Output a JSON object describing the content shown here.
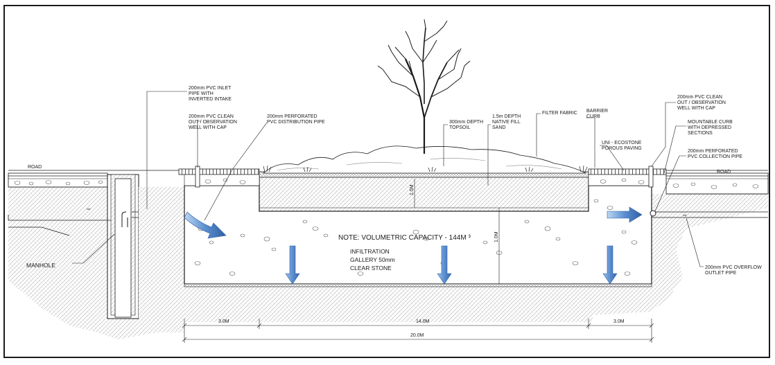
{
  "labels": {
    "road_left": "ROAD",
    "road_right": "ROAD",
    "manhole": "MANHOLE",
    "inlet_pipe": [
      "200mm PVC INLET",
      "PIPE WITH",
      "INVERTED INTAKE"
    ],
    "cleanout_left": [
      "200mm PVC CLEAN",
      "OUT / OBSERVATION",
      "WELL WITH CAP"
    ],
    "perforated_distribution": [
      "200mm PERFORATED",
      "PVC DISTRIBUTION  PIPE"
    ],
    "topsoil": [
      "300mm DEPTH",
      "TOPSOIL"
    ],
    "native_fill": [
      "1.5m DEPTH",
      "NATIVE FILL",
      "SAND"
    ],
    "filter_fabric": "FILTER FABRIC",
    "barrier_curb": [
      "BARRIER",
      "CURB"
    ],
    "ecostone": [
      "UNI - ECOSTONE",
      "POROUS PAVING"
    ],
    "cleanout_right": [
      "200mm PVC CLEAN",
      "OUT / OBSERVATION",
      "WELL WITH CAP"
    ],
    "mountable_curb": [
      "MOUNTABLE CURB",
      "WITH DEPRESSED",
      "SECTIONS"
    ],
    "perforated_collection": [
      "200mm PERFORATED",
      "PVC COLLECTION PIPE"
    ],
    "overflow_pipe": [
      "200mm PVC OVERFLOW",
      "OUTLET PIPE"
    ],
    "note": "NOTE: VOLUMETRIC CAPACITY - 144M ³",
    "gallery": [
      "INFILTRATION",
      "GALLERY 50mm",
      "CLEAR STONE"
    ],
    "depth_fill": "1.5M",
    "depth_gallery": "1.0M"
  },
  "dimensions": {
    "left": "3.0M",
    "center": "14.0M",
    "right": "3.0M",
    "total": "20.0M"
  },
  "colors": {
    "arrow_fill": "#5b8fd0",
    "arrow_light": "#bcd6f2",
    "line": "#1a1a1a"
  }
}
